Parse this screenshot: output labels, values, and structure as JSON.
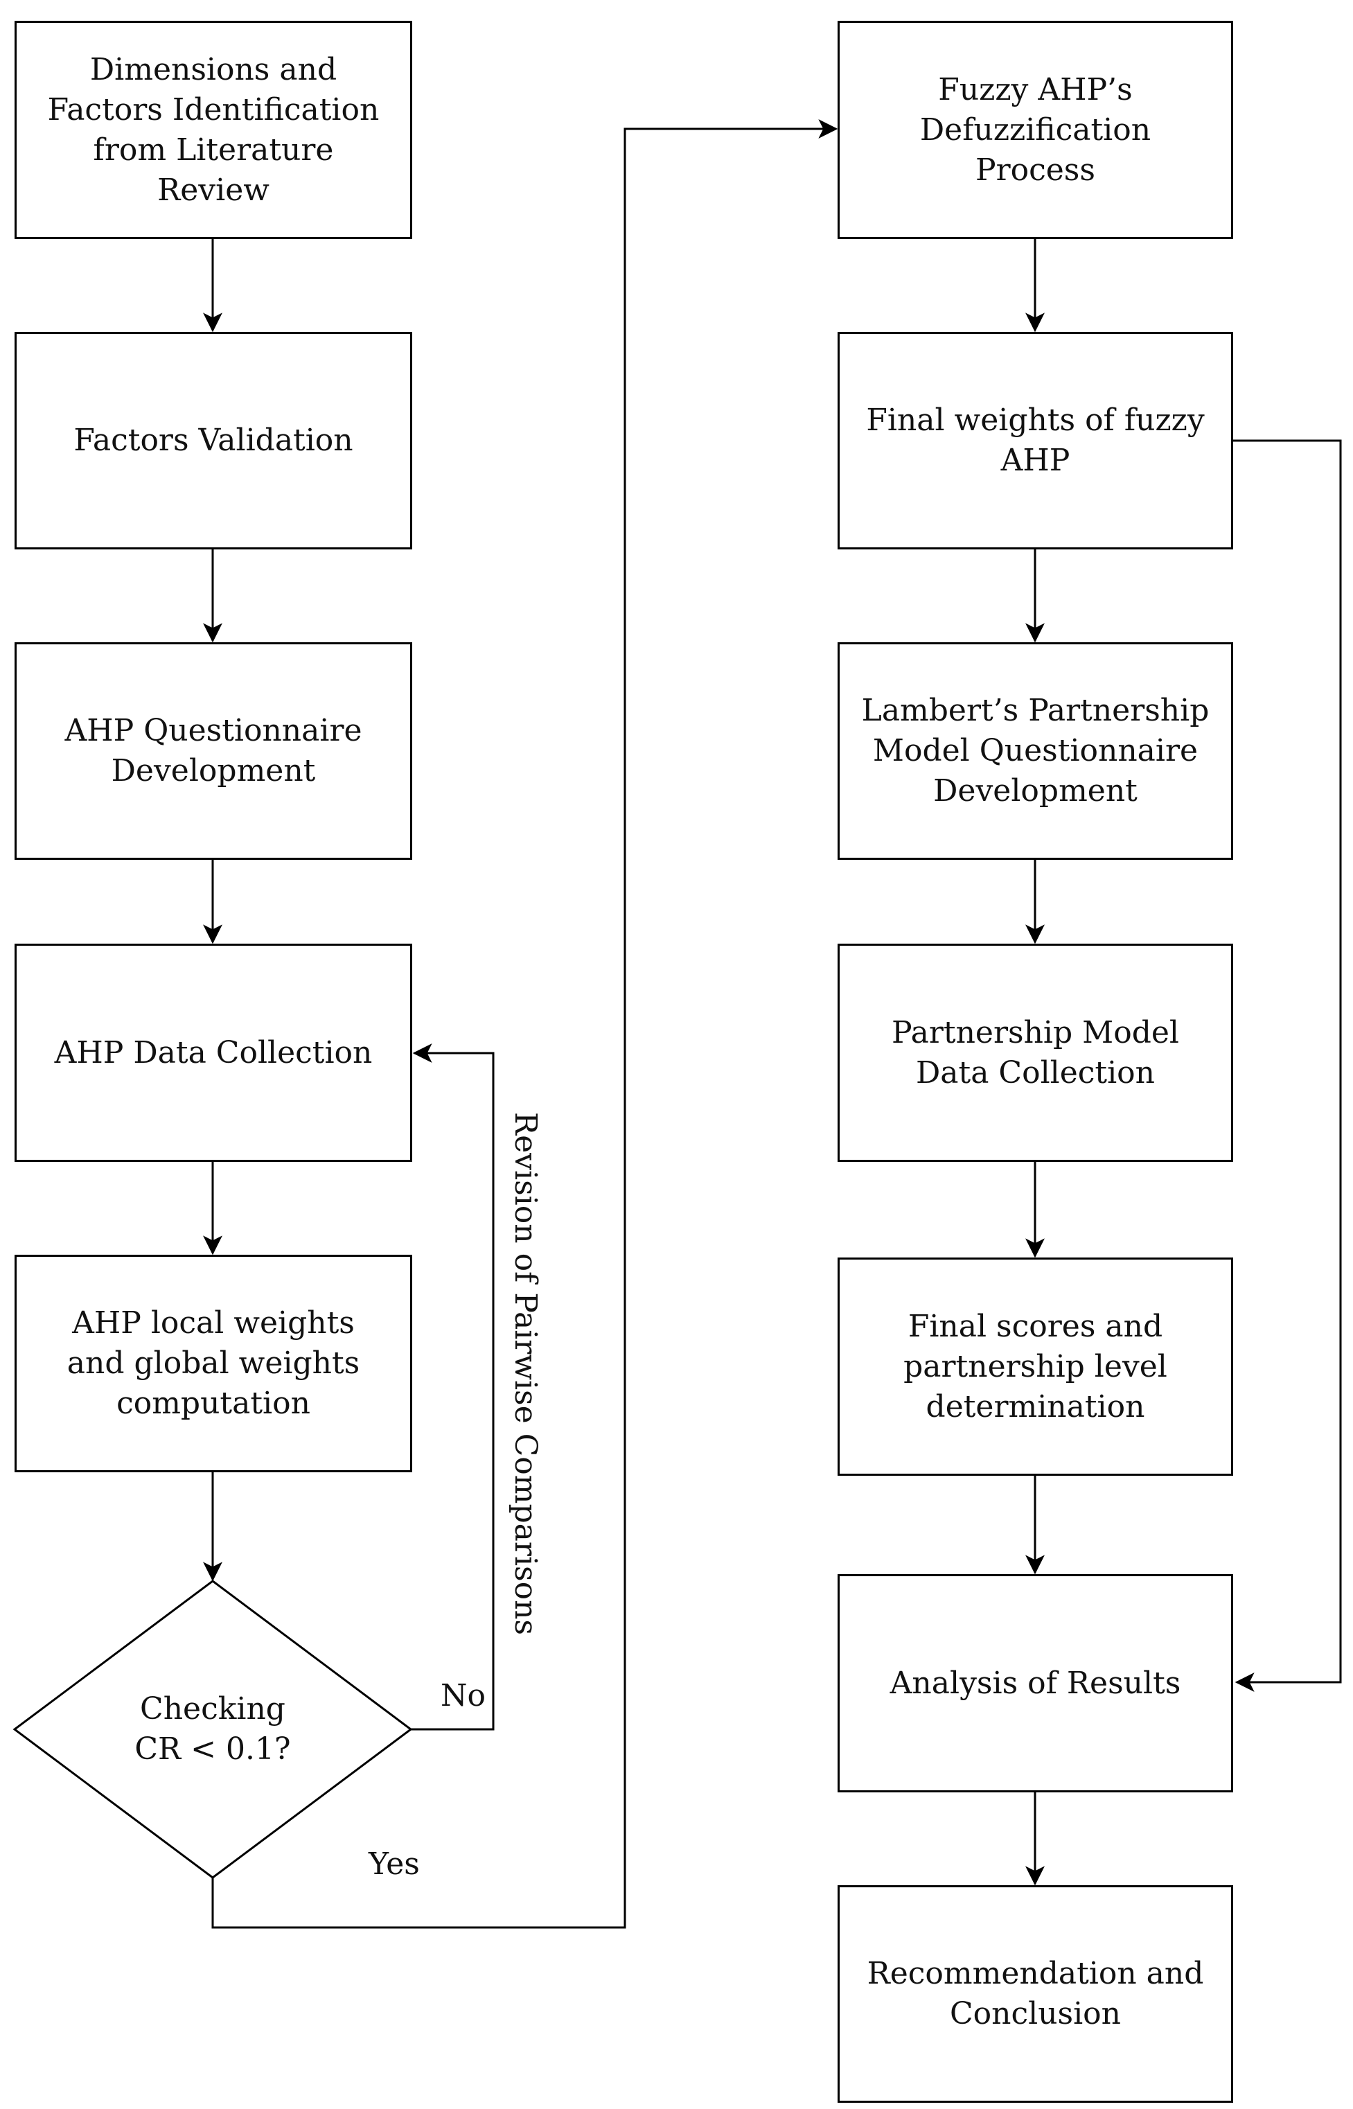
{
  "boxes": {
    "dimensions": "Dimensions and Factors Identification from Literature Review",
    "factors_validation": "Factors Validation",
    "ahp_questionnaire": "AHP Questionnaire Development",
    "ahp_data_collection": "AHP Data Collection",
    "ahp_weights": "AHP local weights and global weights computation",
    "checking_line1": "Checking",
    "checking_line2": "CR < 0.1?",
    "fuzzy_defuzz": "Fuzzy AHP’s Defuzzification Process",
    "final_weights": "Final weights of fuzzy AHP",
    "lambert_questionnaire": "Lambert’s Partnership Model Questionnaire Development",
    "partnership_data": "Partnership Model Data Collection",
    "final_scores": "Final scores and partnership level determination",
    "analysis": "Analysis of Results",
    "recommendation": "Recommendation and Conclusion"
  },
  "labels": {
    "no": "No",
    "yes": "Yes",
    "revision": "Revision of Pairwise Comparisons"
  }
}
